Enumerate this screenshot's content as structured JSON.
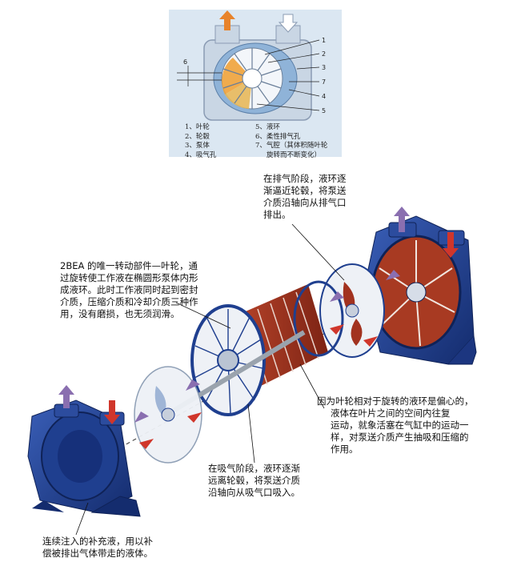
{
  "figure": {
    "inset": {
      "callout_numbers": [
        "1",
        "2",
        "3",
        "4",
        "5",
        "6",
        "7"
      ],
      "legend": [
        {
          "num": "1、",
          "label": "叶轮"
        },
        {
          "num": "2、",
          "label": "轮毂"
        },
        {
          "num": "3、",
          "label": "泵体"
        },
        {
          "num": "4、",
          "label": "吸气孔"
        },
        {
          "num": "5、",
          "label": "液环"
        },
        {
          "num": "6、",
          "label": "柔性排气孔"
        },
        {
          "num": "7、",
          "label": "气腔（其体积随叶轮"
        },
        {
          "num": "",
          "label": "旋转而不断变化）"
        }
      ]
    },
    "annotations": {
      "exhaust_stage": [
        "在排气阶段，液环逐",
        "渐逼近轮毂，将泵送",
        "介质沿轴向从排气口",
        "排出。"
      ],
      "intro": [
        "2BEA 的唯一转动部件—叶轮，通",
        "过旋转使工作液在椭圆形泵体内形",
        "成液环。此时工作液同时起到密封",
        "介质，压缩介质和冷却介质三种作",
        "用，没有磨损，也无须润滑。"
      ],
      "eccentric": [
        "因为叶轮相对于旋转的液环是偏心的，",
        "液体在叶片之间的空间内往复",
        "运动，就象活塞在气缸中的运动一",
        "样，对泵送介质产生抽吸和压缩的",
        "作用。"
      ],
      "suction_stage": [
        "在吸气阶段，液环逐渐",
        "远离轮毂，将泵送介质",
        "沿轴向从吸气口吸入。"
      ],
      "makeup_liquid": [
        "连续注入的补充液，用以补",
        "偿被排出气体带走的液体。"
      ]
    },
    "colors": {
      "pump_blue": "#1f3f8f",
      "rotor_red": "#a2321f",
      "inset_bg": "#dbe7f2",
      "arrow_orange": "#e8832a",
      "arrow_purple": "#8a6fb0",
      "arrow_red": "#d0362b"
    }
  }
}
